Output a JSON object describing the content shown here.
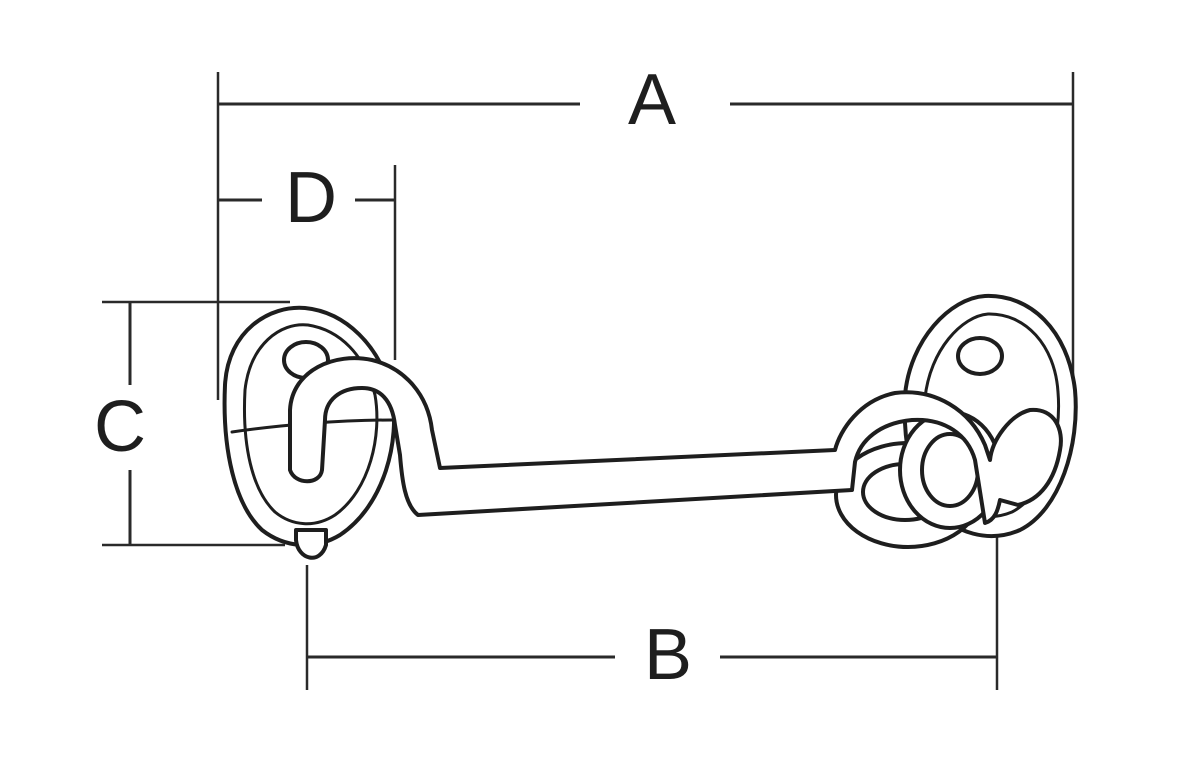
{
  "diagram": {
    "labels": {
      "a": "A",
      "b": "B",
      "c": "C",
      "d": "D"
    },
    "colors": {
      "ink": "#1e1e1e",
      "background": "#ffffff"
    }
  }
}
